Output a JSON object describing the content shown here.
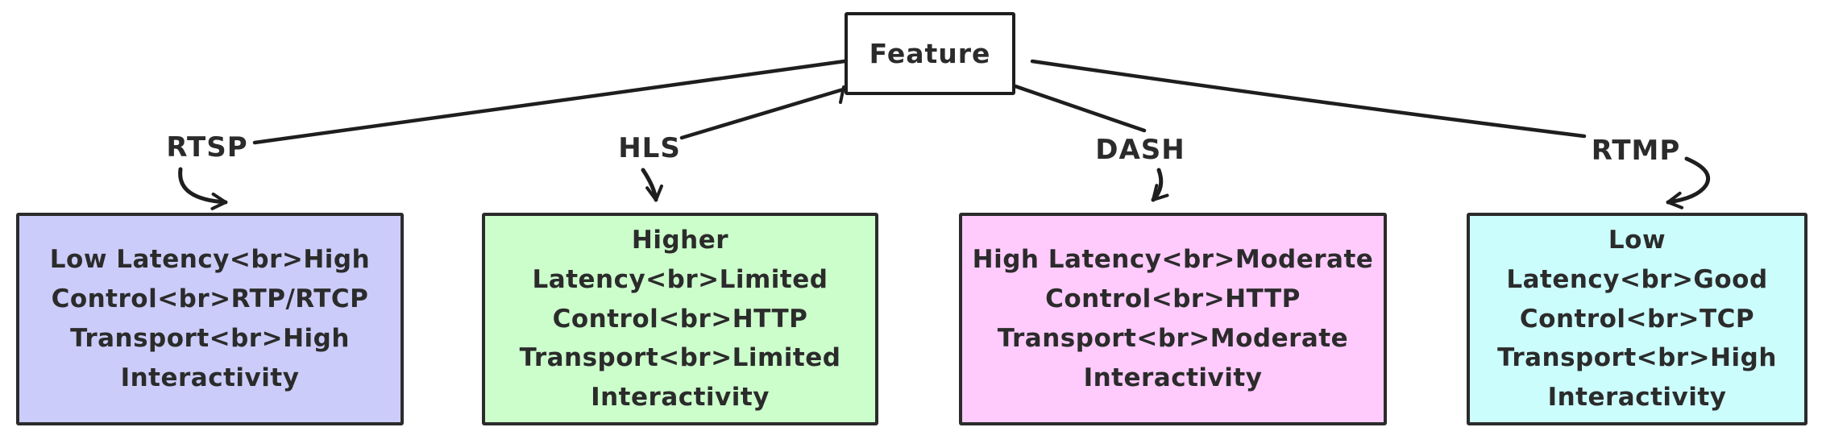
{
  "diagram": {
    "root_label": "Feature",
    "stroke_color": "#1e1e1e",
    "text_color": "#2b2b2b",
    "background": "#ffffff",
    "branches": [
      {
        "protocol": "RTSP",
        "box_fill": "#ccccfa",
        "features_text": "Low Latency<br>High\nControl<br>RTP/RTCP\nTransport<br>High\nInteractivity"
      },
      {
        "protocol": "HLS",
        "box_fill": "#ccfecc",
        "features_text": "Higher\nLatency<br>Limited\nControl<br>HTTP\nTransport<br>Limited\nInteractivity"
      },
      {
        "protocol": "DASH",
        "box_fill": "#fecbfc",
        "features_text": "High Latency<br>Moderate\nControl<br>HTTP\nTransport<br>Moderate\nInteractivity"
      },
      {
        "protocol": "RTMP",
        "box_fill": "#ccfdfd",
        "features_text": "Low\nLatency<br>Good\nControl<br>TCP\nTransport<br>High\nInteractivity"
      }
    ]
  }
}
